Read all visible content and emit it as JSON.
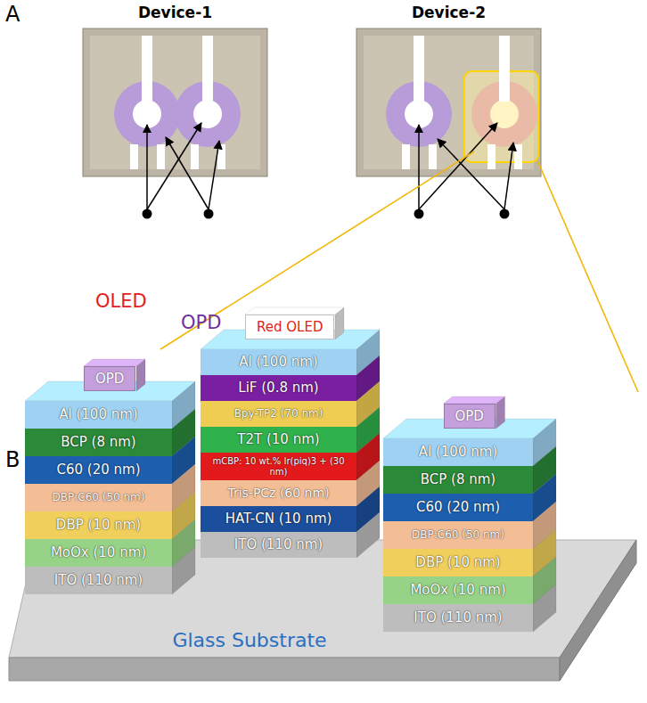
{
  "diagram": {
    "nodes": [
      {
        "text": [
          "Device-1"
        ]
      },
      {
        "text": [
          "Device-2"
        ]
      },
      {
        "text": [
          "Glass Substrate"
        ]
      },
      {
        "text": [
          "OPD"
        ]
      },
      {
        "text": [
          "Al (100 nm)"
        ]
      },
      {
        "text": [
          "BCP (8 nm)"
        ]
      },
      {
        "text": [
          "C60 (20 nm)"
        ]
      },
      {
        "text": [
          "DBP:C60 (50 nm)"
        ]
      },
      {
        "text": [
          "DBP (10 nm)"
        ]
      },
      {
        "text": [
          "MoOx (10 nm)"
        ]
      },
      {
        "text": [
          "ITO (110 nm)"
        ]
      },
      {
        "text": [
          "Red OLED"
        ]
      },
      {
        "text": [
          "Al (100 nm)"
        ]
      },
      {
        "text": [
          "LiF (0.8 nm)"
        ]
      },
      {
        "text": [
          "Bpy-TP2 (70 nm)"
        ]
      },
      {
        "text": [
          "T2T (10 nm)"
        ]
      },
      {
        "text": [
          "mCBP: 10 wt.% Ir(piq)3 + (30 nm)"
        ]
      },
      {
        "text": [
          "Tris-PCz (60 nm)"
        ]
      },
      {
        "text": [
          "HAT-CN (10 nm)"
        ]
      },
      {
        "text": [
          "ITO (110 nm)"
        ]
      },
      {
        "text": [
          "OPD"
        ]
      },
      {
        "text": [
          "Al (100 nm)"
        ]
      },
      {
        "text": [
          "BCP (8 nm)"
        ]
      },
      {
        "text": [
          "C60 (20 nm)"
        ]
      },
      {
        "text": [
          "DBP:C60 (50 nm)"
        ]
      },
      {
        "text": [
          "DBP (10 nm)"
        ]
      },
      {
        "text": [
          "MoOx (10 nm)"
        ]
      },
      {
        "text": [
          "ITO (110 nm)"
        ]
      }
    ],
    "labels": [
      "A",
      "OLED",
      "OPD",
      "OLED",
      "OPD",
      "B"
    ]
  }
}
